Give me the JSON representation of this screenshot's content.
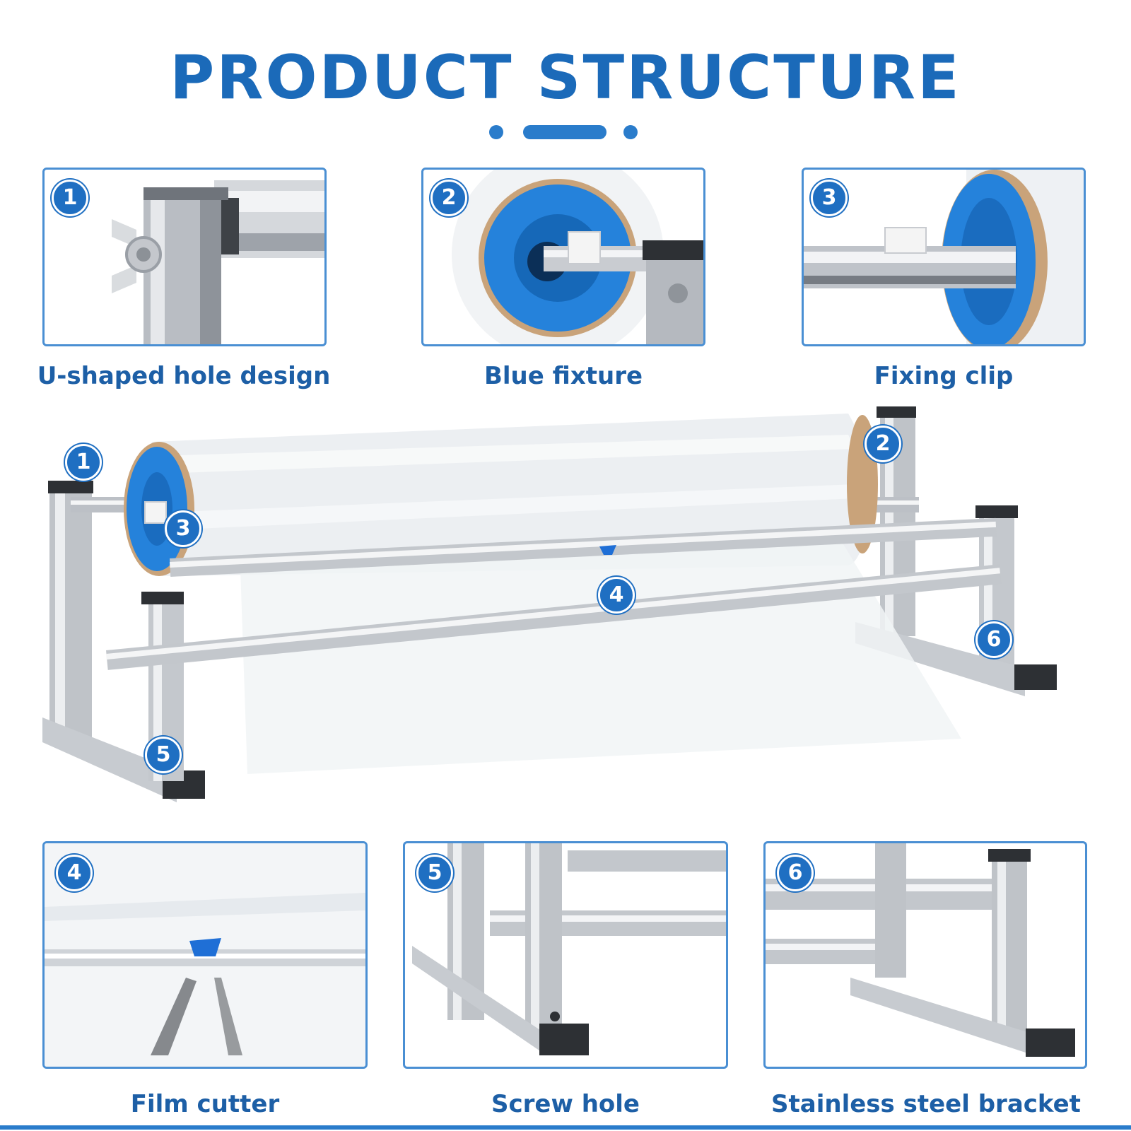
{
  "title": "PRODUCT STRUCTURE",
  "panels_top": [
    {
      "number": "1",
      "caption": "U-shaped hole design"
    },
    {
      "number": "2",
      "caption": "Blue fixture"
    },
    {
      "number": "3",
      "caption": "Fixing clip"
    }
  ],
  "panels_bottom": [
    {
      "number": "4",
      "caption": "Film cutter"
    },
    {
      "number": "5",
      "caption": "Screw hole"
    },
    {
      "number": "6",
      "caption": "Stainless steel bracket"
    }
  ],
  "hero_callouts": [
    "1",
    "2",
    "3",
    "4",
    "5",
    "6"
  ],
  "colors": {
    "brand_blue": "#1b6ab9",
    "panel_border": "#4a8fd3",
    "fixture_blue": "#1f7fd6",
    "steel": "#c9ccd1"
  }
}
